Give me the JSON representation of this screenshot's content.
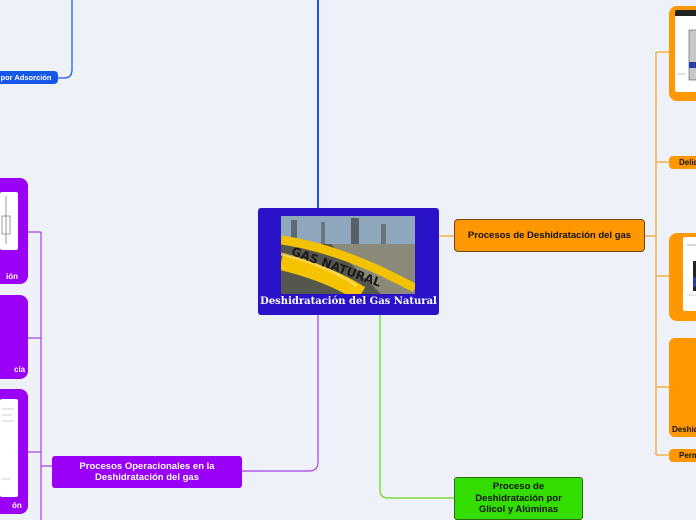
{
  "central": {
    "title": "Deshidratación del Gas Natural",
    "image_text": "GAS NATURAL",
    "color": "#2a12c8"
  },
  "branches": {
    "top_left_partial": {
      "label": "por Adsorción",
      "color": "#1557e6"
    },
    "right_main": {
      "label": "Procesos de Deshidratación del gas",
      "color": "#ff9800"
    },
    "bottom_main": {
      "label": "Proceso de Deshidratación por Glicol y Alúminas",
      "color": "#33dd00"
    },
    "left_main": {
      "label": "Procesos Operacionales en la Deshidratación del gas",
      "color": "#9a00f5"
    }
  },
  "left_subtopics": {
    "item1_partial": "ión",
    "item2_partial": "cia",
    "item3_partial": "ón"
  },
  "right_subtopics": {
    "item1_partial": "Delic",
    "item2_partial": "Deshid",
    "item3_partial": "Perm"
  },
  "colors": {
    "background": "#eef2f8",
    "connector_blue": "#1557e6",
    "connector_orange": "#f4a124",
    "connector_green": "#7ee03a",
    "connector_purple": "#a93be8"
  }
}
